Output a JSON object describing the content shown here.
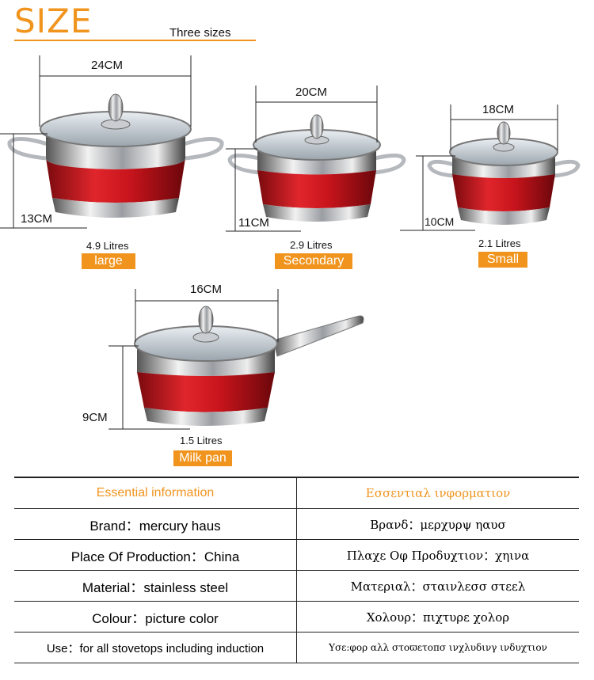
{
  "header": {
    "title": "SIZE",
    "subtitle": "Three sizes"
  },
  "pots": [
    {
      "width": "24CM",
      "height": "13CM",
      "volume": "4.9 Litres",
      "label": "large"
    },
    {
      "width": "20CM",
      "height": "11CM",
      "volume": "2.9 Litres",
      "label": "Secondary"
    },
    {
      "width": "18CM",
      "height": "10CM",
      "volume": "2.1 Litres",
      "label": "Small"
    },
    {
      "width": "16CM",
      "height": "9CM",
      "volume": "1.5 Litres",
      "label": "Milk pan"
    }
  ],
  "info_table": {
    "header": {
      "left": "Essential information",
      "right": "Εσσεντιαλ ινφορματιον"
    },
    "rows": [
      {
        "left": "Brand：mercury haus",
        "right": "Βρανδ：μερχυρψ ηαυσ"
      },
      {
        "left": "Place Of Production：China",
        "right": "Πλαχε Οφ Προδυχτιον：χηινα"
      },
      {
        "left": "Material：stainless steel",
        "right": "Ματεριαλ：σταινλεσσ στεελ"
      },
      {
        "left": "Colour：picture color",
        "right": "Χολουρ：πιχτυρε χολορ"
      },
      {
        "left": "Use：for all stovetops including induction",
        "right": "Υσε:φορ αλλ στοϖετοπσ ινχλυδινγ ινδυχτιον"
      }
    ]
  },
  "colors": {
    "accent": "#f0941e",
    "pot_red": "#c8141c",
    "steel": "#c9ccd0"
  }
}
